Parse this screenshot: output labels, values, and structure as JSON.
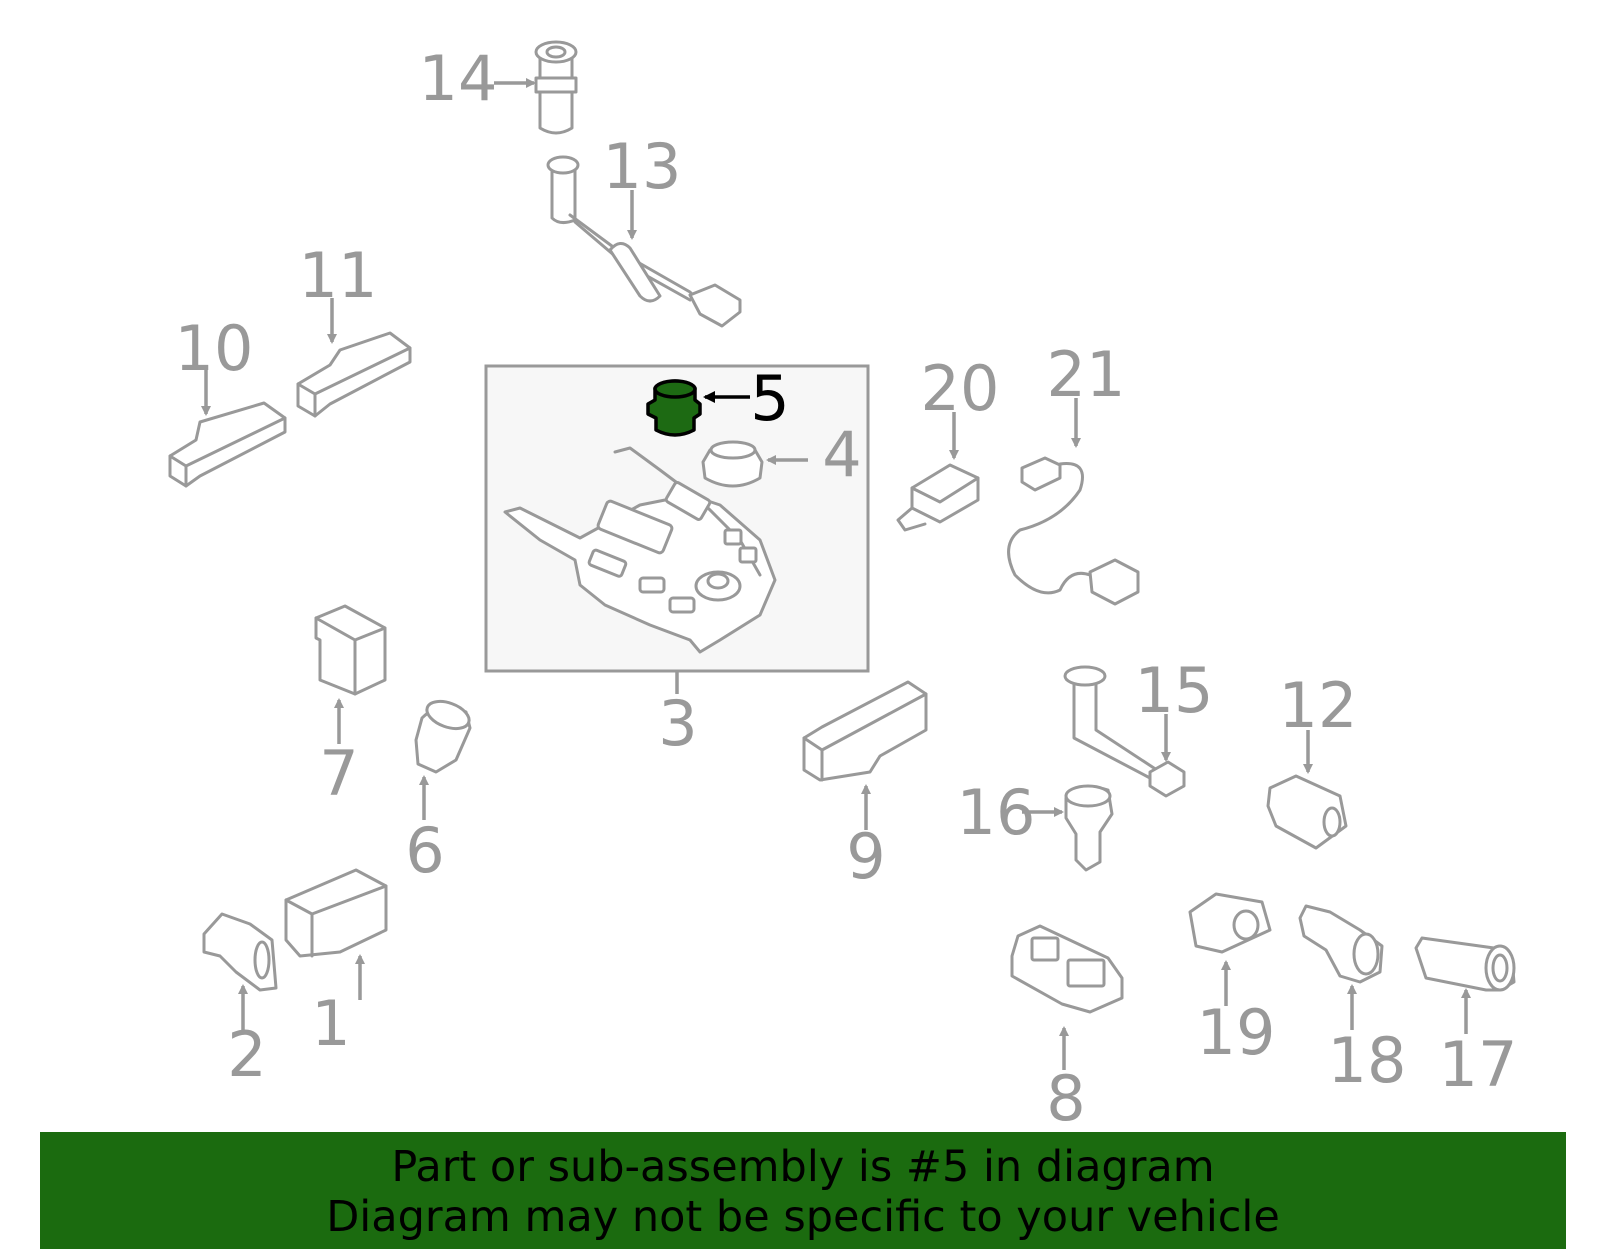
{
  "diagram": {
    "callouts": [
      "1",
      "2",
      "3",
      "4",
      "5",
      "6",
      "7",
      "8",
      "9",
      "10",
      "11",
      "12",
      "13",
      "14",
      "15",
      "16",
      "17",
      "18",
      "19",
      "20",
      "21"
    ],
    "highlighted_part": "5",
    "highlight_color": "#1d6a13",
    "part_color": "#999999",
    "assembly_box_color": "#f7f7f7"
  },
  "caption": {
    "line1": "Part or sub-assembly is #5 in diagram",
    "line2": "Diagram may not be specific to your vehicle",
    "background": "#1b6b0f"
  }
}
